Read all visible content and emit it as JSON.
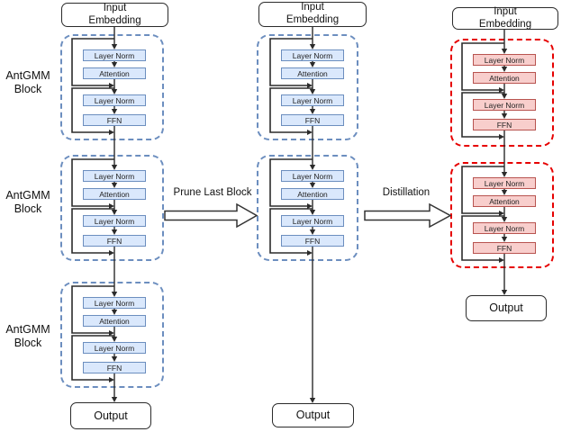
{
  "diagram": {
    "block_layers": [
      "Layer Norm",
      "Attention",
      "Layer Norm",
      "FFN"
    ],
    "columns": [
      {
        "id": "original-model",
        "input_label": "Input\nEmbedding",
        "output_label": "Output",
        "num_blocks": 3,
        "block_side_label": "AntGMM\nBlock",
        "block_style": "blue"
      },
      {
        "id": "pruned-model",
        "input_label": "Input\nEmbedding",
        "output_label": "Output",
        "num_blocks": 2,
        "block_style": "blue"
      },
      {
        "id": "distilled-model",
        "input_label": "Input\nEmbedding",
        "output_label": "Output",
        "num_blocks": 2,
        "block_style": "red"
      }
    ],
    "transition_arrows": [
      {
        "label": "Prune Last Block"
      },
      {
        "label": "Distillation"
      }
    ],
    "colors": {
      "blue_box_fill": "#dae8fc",
      "blue_box_border": "#6c8ebf",
      "blue_block_dash": "#6c8ebf",
      "red_box_fill": "#f8cecc",
      "red_box_border": "#b85450",
      "red_block_dash": "#e60000",
      "connector_line": "#2b2b2b"
    }
  }
}
